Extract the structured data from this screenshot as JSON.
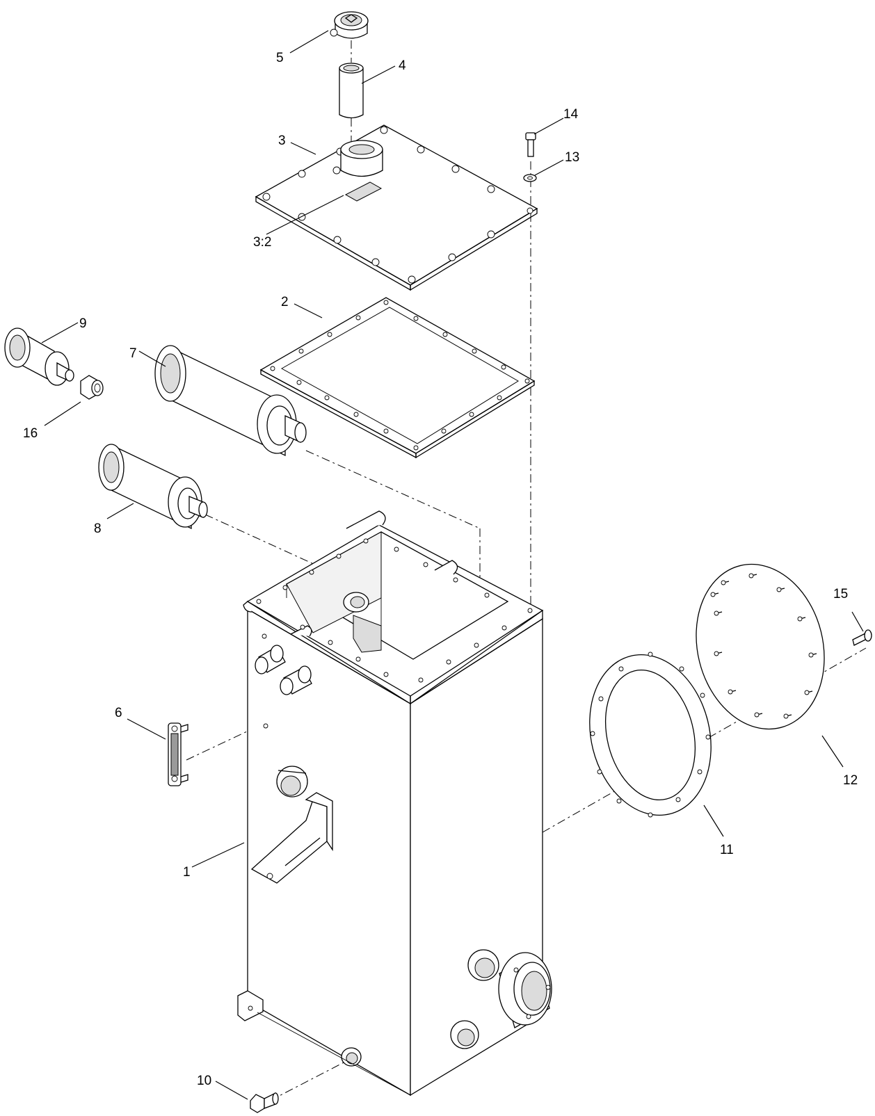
{
  "callouts": [
    {
      "id": "callout-1",
      "label": "1",
      "part": "tank-body"
    },
    {
      "id": "callout-2",
      "label": "2",
      "part": "gasket-top"
    },
    {
      "id": "callout-3",
      "label": "3",
      "part": "cover-plate"
    },
    {
      "id": "callout-3-2",
      "label": "3:2",
      "part": "decal"
    },
    {
      "id": "callout-4",
      "label": "4",
      "part": "filler-neck-strainer"
    },
    {
      "id": "callout-5",
      "label": "5",
      "part": "breather-cap"
    },
    {
      "id": "callout-6",
      "label": "6",
      "part": "sight-gauge"
    },
    {
      "id": "callout-7",
      "label": "7",
      "part": "filter-element-large"
    },
    {
      "id": "callout-8",
      "label": "8",
      "part": "filter-element-medium"
    },
    {
      "id": "callout-9",
      "label": "9",
      "part": "filter-element-small"
    },
    {
      "id": "callout-10",
      "label": "10",
      "part": "drain-plug"
    },
    {
      "id": "callout-11",
      "label": "11",
      "part": "gasket-round"
    },
    {
      "id": "callout-12",
      "label": "12",
      "part": "cover-round"
    },
    {
      "id": "callout-13",
      "label": "13",
      "part": "washer"
    },
    {
      "id": "callout-14",
      "label": "14",
      "part": "screw"
    },
    {
      "id": "callout-15",
      "label": "15",
      "part": "screw-round-cover"
    },
    {
      "id": "callout-16",
      "label": "16",
      "part": "fitting"
    }
  ]
}
